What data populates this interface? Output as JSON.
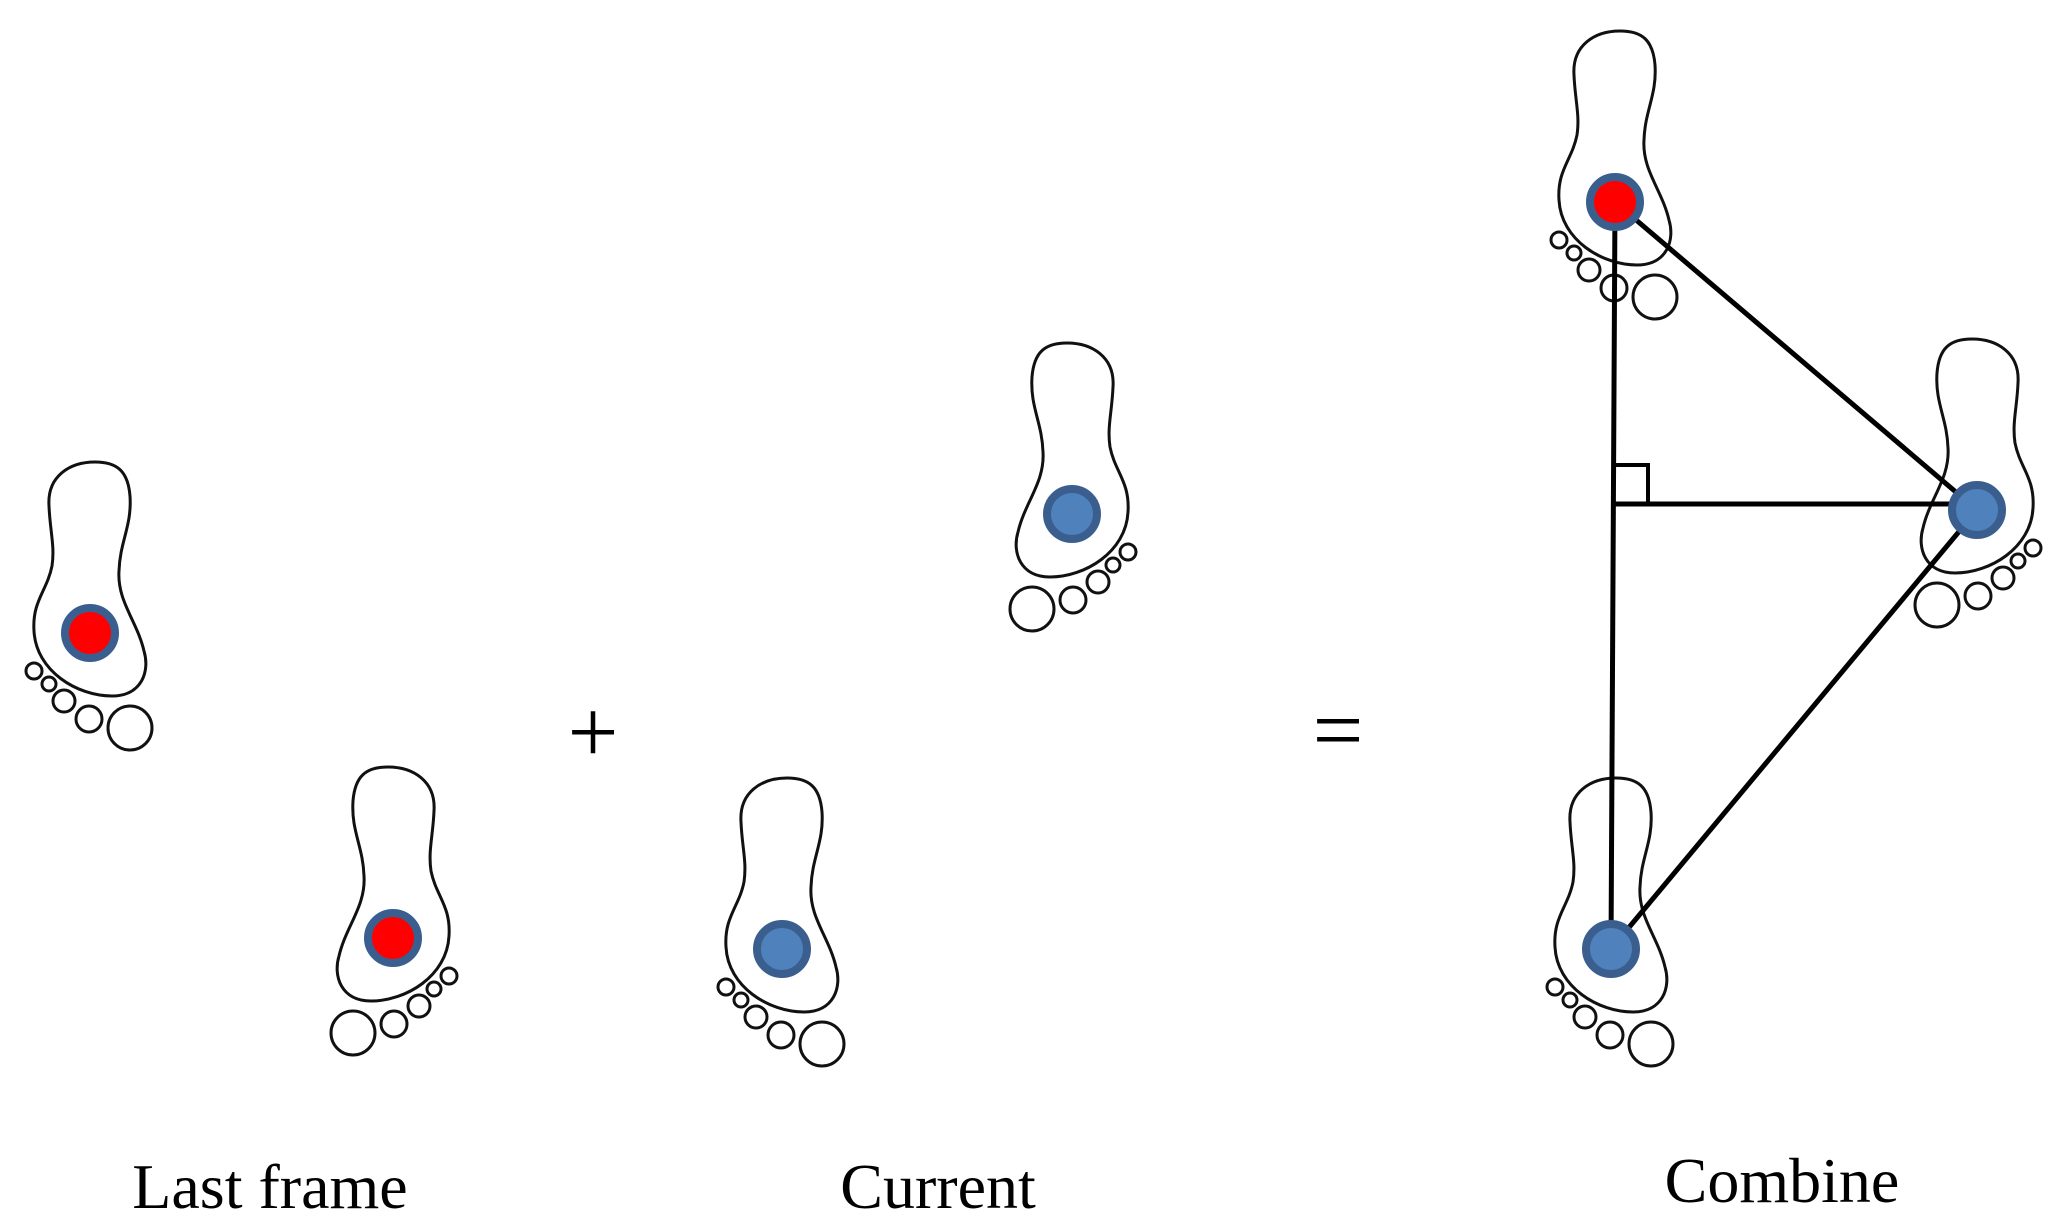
{
  "labels": {
    "last_frame": "Last frame",
    "current": "Current",
    "combine": "Combine"
  },
  "operators": {
    "plus": "+",
    "equals": "="
  },
  "colors": {
    "last_frame_dot": "#ff0000",
    "current_dot": "#4f81bd",
    "dot_border": "#3a5f8f",
    "lines": "#000000"
  }
}
